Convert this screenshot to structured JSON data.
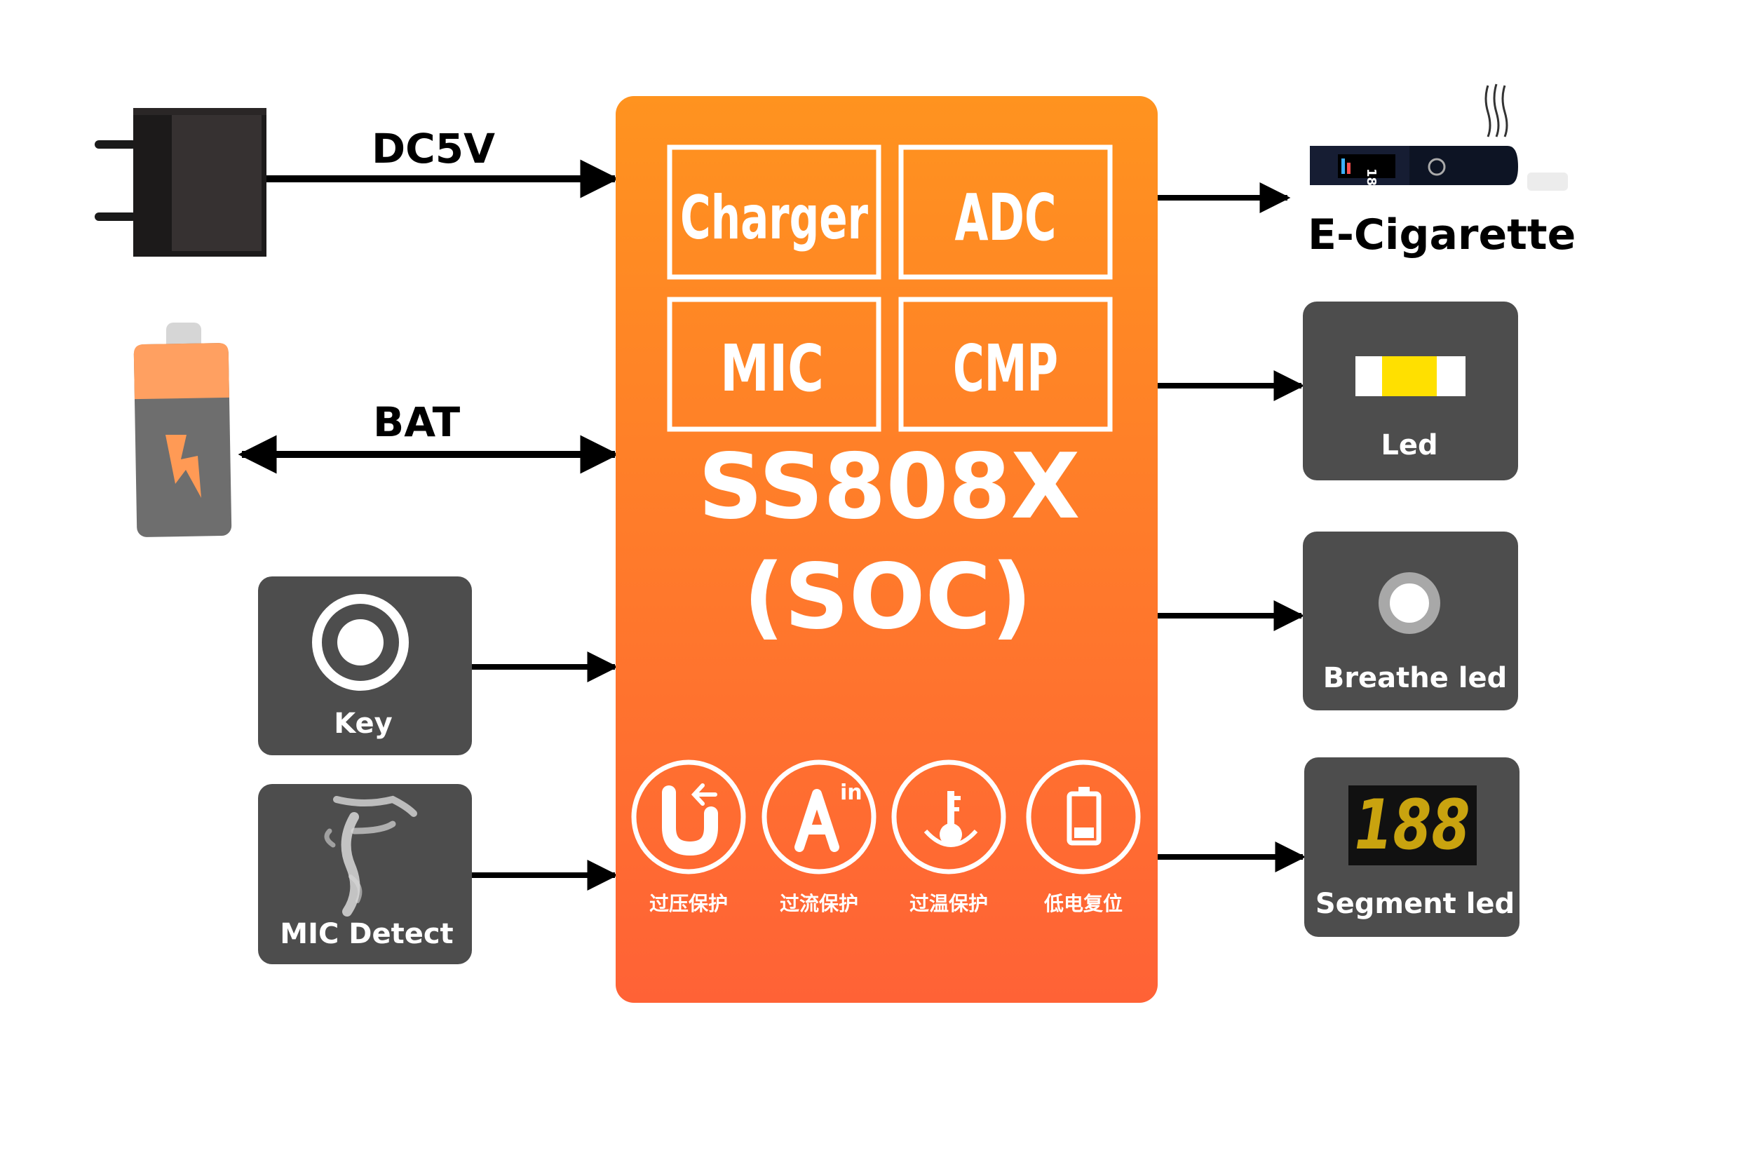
{
  "inputs": {
    "power_label": "DC5V",
    "battery_label": "BAT",
    "key_label": "Key",
    "mic_detect_label": "MIC Detect"
  },
  "chip": {
    "modules": [
      "Charger",
      "ADC",
      "MIC",
      "CMP"
    ],
    "name": "SS808X",
    "type": "(SOC)",
    "protections": [
      "过压保护",
      "过流保护",
      "过温保护",
      "低电复位"
    ]
  },
  "outputs": {
    "ecig_label": "E-Cigarette",
    "ecig_screen_text": "18",
    "led_label": "Led",
    "breathe_led_label": "Breathe led",
    "segment_value": "188",
    "segment_led_label": "Segment led"
  },
  "colors": {
    "chip_top": "#ff931f",
    "chip_bottom": "#ff6236",
    "dark_box": "#4d4d4d",
    "led_yellow": "#ffe000",
    "segment_digits": "#c9a30f",
    "battery_orange": "#ffa061",
    "battery_body": "#6e6e6e"
  }
}
